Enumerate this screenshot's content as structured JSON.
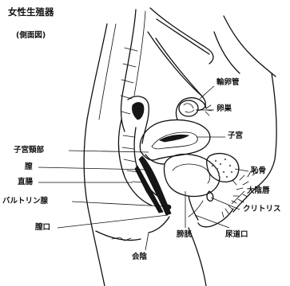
{
  "title": "女性生殖器",
  "subtitle": "(側面図)",
  "labels": {
    "oviduct": "輸卵管",
    "ovary": "卵巣",
    "uterus": "子宮",
    "cervix": "子宮頸部",
    "vagina": "膣",
    "rectum": "直腸",
    "bartholin_gland": "バルトリン腺",
    "vaginal_opening": "膣口",
    "perineum": "会陰",
    "bladder": "膀胱",
    "urethral_opening": "尿道口",
    "clitoris": "クリトリス",
    "labia_majora": "大陰唇",
    "pubic_bone": "恥骨"
  },
  "colors": {
    "ink": "#111111",
    "background": "#ffffff"
  }
}
